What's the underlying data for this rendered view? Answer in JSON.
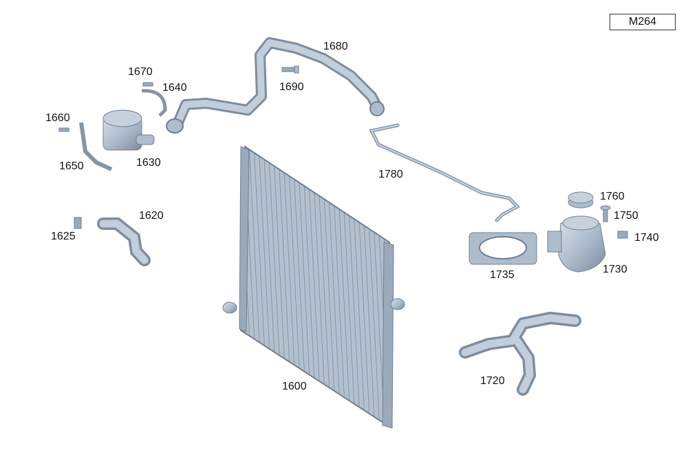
{
  "model_code": "M264",
  "callouts": {
    "c1600": "1600",
    "c1620": "1620",
    "c1625": "1625",
    "c1630": "1630",
    "c1640": "1640",
    "c1650": "1650",
    "c1660": "1660",
    "c1670": "1670",
    "c1680": "1680",
    "c1690": "1690",
    "c1720": "1720",
    "c1730": "1730",
    "c1735": "1735",
    "c1740": "1740",
    "c1750": "1750",
    "c1760": "1760",
    "c1780": "1780"
  },
  "colors": {
    "part_fill": "#aebdcc",
    "part_dark": "#7c8d9f",
    "part_light": "#d7e0ea",
    "label": "#111111"
  }
}
